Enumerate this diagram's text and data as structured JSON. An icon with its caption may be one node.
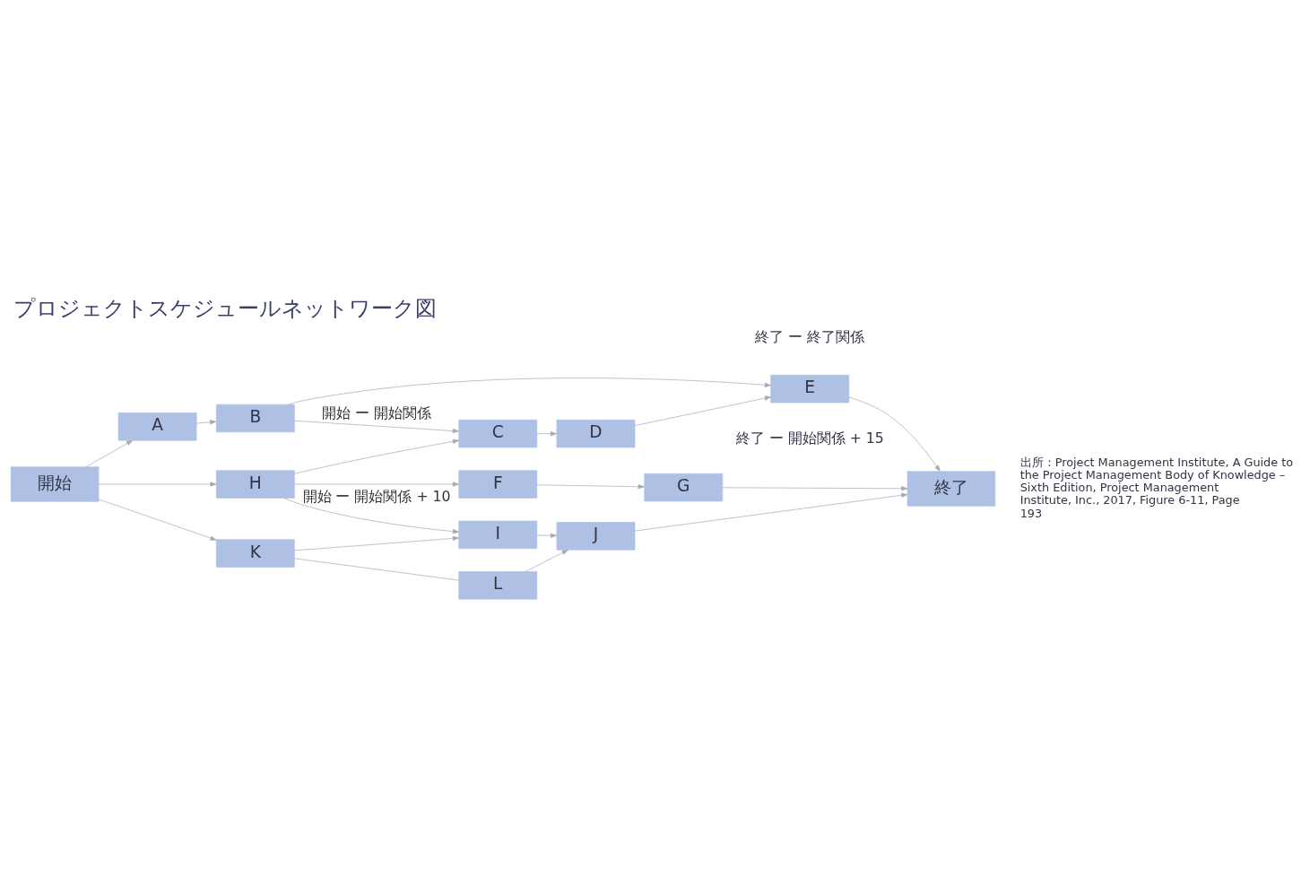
{
  "diagram": {
    "title": "プロジェクトスケジュールネットワーク図",
    "caption": "出所：Project Management Institute, A Guide to the Project Management Body of Knowledge – Sixth Edition, Project Management Institute, Inc., 2017, Figure 6-11, Page 193",
    "nodes": [
      {
        "text": [
          "A"
        ]
      },
      {
        "text": [
          "B"
        ]
      },
      {
        "text": [
          "C"
        ]
      },
      {
        "text": [
          "D"
        ]
      },
      {
        "text": [
          "E"
        ]
      },
      {
        "text": [
          "開始"
        ]
      },
      {
        "text": [
          "H"
        ]
      },
      {
        "text": [
          "F"
        ]
      },
      {
        "text": [
          "G"
        ]
      },
      {
        "text": [
          "終了"
        ]
      },
      {
        "text": [
          "I"
        ]
      },
      {
        "text": [
          "J"
        ]
      },
      {
        "text": [
          "K"
        ]
      },
      {
        "text": [
          "L"
        ]
      }
    ],
    "edges": [
      {
        "from": 5,
        "to": 0,
        "arrow": "to"
      },
      {
        "from": 5,
        "to": 6,
        "arrow": "to"
      },
      {
        "from": 5,
        "to": 12,
        "arrow": "to"
      },
      {
        "from": 0,
        "to": 1,
        "arrow": "to"
      },
      {
        "from": 1,
        "to": 2,
        "arrow": "to",
        "label": "開始 ー 開始関係"
      },
      {
        "from": 1,
        "to": 4,
        "arrow": "to"
      },
      {
        "from": 2,
        "to": 3,
        "arrow": "to"
      },
      {
        "from": 3,
        "to": 4,
        "arrow": "to"
      },
      {
        "from": 4,
        "to": 9,
        "arrow": "to"
      },
      {
        "from": 6,
        "to": 2,
        "arrow": "to"
      },
      {
        "from": 6,
        "to": 7,
        "arrow": "to"
      },
      {
        "from": 6,
        "to": 10,
        "arrow": "to",
        "label": "開始 ー 開始関係 + 10"
      },
      {
        "from": 7,
        "to": 8,
        "arrow": "to"
      },
      {
        "from": 8,
        "to": 9,
        "arrow": "to"
      },
      {
        "from": 10,
        "to": 11,
        "arrow": "to"
      },
      {
        "from": 11,
        "to": 9,
        "arrow": "to"
      },
      {
        "from": 12,
        "to": 10,
        "arrow": "to"
      },
      {
        "from": 12,
        "to": 13,
        "arrow": "none"
      },
      {
        "from": 13,
        "to": 11,
        "arrow": "to"
      }
    ],
    "labels": [
      "終了 ー 開始関係 + 15",
      "終了 ー 終了関係"
    ]
  }
}
